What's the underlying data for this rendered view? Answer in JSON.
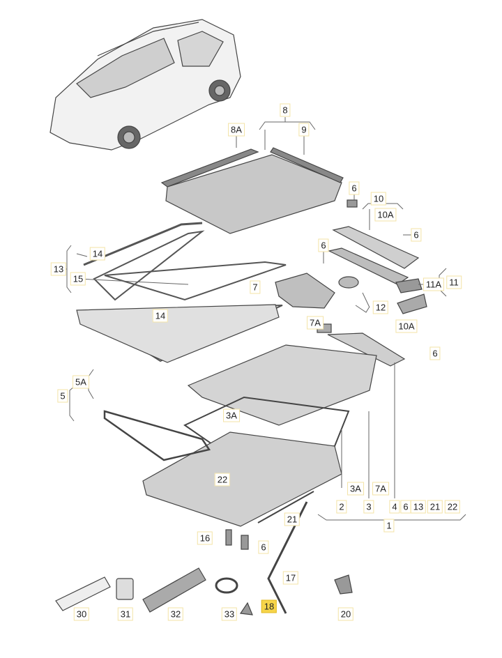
{
  "diagram": {
    "highlight_color": "#f7d54a",
    "callouts": [
      {
        "id": "c8",
        "text": "8"
      },
      {
        "id": "c8a",
        "text": "8A"
      },
      {
        "id": "c9",
        "text": "9"
      },
      {
        "id": "c6a",
        "text": "6"
      },
      {
        "id": "c10",
        "text": "10"
      },
      {
        "id": "c10a",
        "text": "10A"
      },
      {
        "id": "c6b",
        "text": "6"
      },
      {
        "id": "c6c",
        "text": "6"
      },
      {
        "id": "c14a",
        "text": "14"
      },
      {
        "id": "c13",
        "text": "13"
      },
      {
        "id": "c15",
        "text": "15"
      },
      {
        "id": "c14b",
        "text": "14"
      },
      {
        "id": "c7",
        "text": "7"
      },
      {
        "id": "c11a",
        "text": "11A"
      },
      {
        "id": "c11",
        "text": "11"
      },
      {
        "id": "c12",
        "text": "12"
      },
      {
        "id": "c10a2",
        "text": "10A"
      },
      {
        "id": "c7a",
        "text": "7A"
      },
      {
        "id": "c6d",
        "text": "6"
      },
      {
        "id": "c5a",
        "text": "5A"
      },
      {
        "id": "c5",
        "text": "5"
      },
      {
        "id": "c3a",
        "text": "3A"
      },
      {
        "id": "c22",
        "text": "22"
      },
      {
        "id": "c3a2",
        "text": "3A"
      },
      {
        "id": "c7a2",
        "text": "7A"
      },
      {
        "id": "c2",
        "text": "2"
      },
      {
        "id": "c3",
        "text": "3"
      },
      {
        "id": "c4",
        "text": "4"
      },
      {
        "id": "c6e",
        "text": "6"
      },
      {
        "id": "c13b",
        "text": "13"
      },
      {
        "id": "c21b",
        "text": "21"
      },
      {
        "id": "c22b",
        "text": "22"
      },
      {
        "id": "c1",
        "text": "1"
      },
      {
        "id": "c21",
        "text": "21"
      },
      {
        "id": "c16",
        "text": "16"
      },
      {
        "id": "c6f",
        "text": "6"
      },
      {
        "id": "c17",
        "text": "17"
      },
      {
        "id": "c30",
        "text": "30"
      },
      {
        "id": "c31",
        "text": "31"
      },
      {
        "id": "c32",
        "text": "32"
      },
      {
        "id": "c33",
        "text": "33"
      },
      {
        "id": "c18",
        "text": "18",
        "highlighted": true
      },
      {
        "id": "c20",
        "text": "20"
      }
    ]
  }
}
